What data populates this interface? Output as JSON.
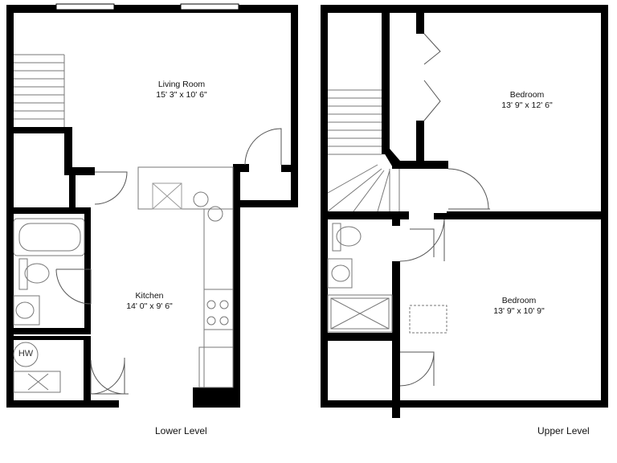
{
  "rooms": {
    "living_room": {
      "name": "Living Room",
      "dims": "15' 3\" x 10' 6\""
    },
    "kitchen": {
      "name": "Kitchen",
      "dims": "14' 0\" x 9' 6\""
    },
    "bedroom_upper": {
      "name": "Bedroom",
      "dims": "13' 9\" x 12' 6\""
    },
    "bedroom_lower": {
      "name": "Bedroom",
      "dims": "13' 9\" x 10' 9\""
    }
  },
  "fixtures": {
    "water_heater": "HW"
  },
  "levels": {
    "lower": "Lower Level",
    "upper": "Upper Level"
  }
}
